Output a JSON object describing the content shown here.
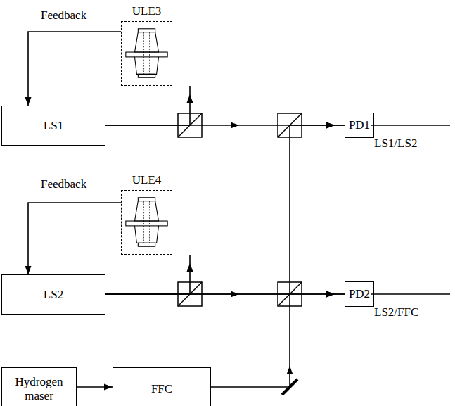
{
  "diagram": {
    "nodes": [
      {
        "text": [
          "ULE3"
        ]
      },
      {
        "text": [
          "LS1"
        ]
      },
      {
        "text": [
          "PD1"
        ]
      },
      {
        "text": [
          "ULE4"
        ]
      },
      {
        "text": [
          "LS2"
        ]
      },
      {
        "text": [
          "PD2"
        ]
      },
      {
        "text": [
          "Hydrogen maser"
        ]
      },
      {
        "text": [
          "FFC"
        ]
      }
    ],
    "edges": [
      {
        "from": 0,
        "to": 1,
        "label": "Feedback",
        "arrow": "to"
      },
      {
        "from": 1,
        "to": 0,
        "arrow": "to"
      },
      {
        "from": 1,
        "to": 2,
        "arrow": "to"
      },
      {
        "from": 3,
        "to": 4,
        "label": "Feedback",
        "arrow": "to"
      },
      {
        "from": 4,
        "to": 3,
        "arrow": "to"
      },
      {
        "from": 4,
        "to": 5,
        "arrow": "to"
      },
      {
        "from": 4,
        "to": 2,
        "arrow": "to"
      },
      {
        "from": 6,
        "to": 7,
        "arrow": "to"
      },
      {
        "from": 7,
        "to": 5,
        "arrow": "to"
      }
    ],
    "labels": [
      "LS1/LS2",
      "LS2/FFC"
    ]
  }
}
